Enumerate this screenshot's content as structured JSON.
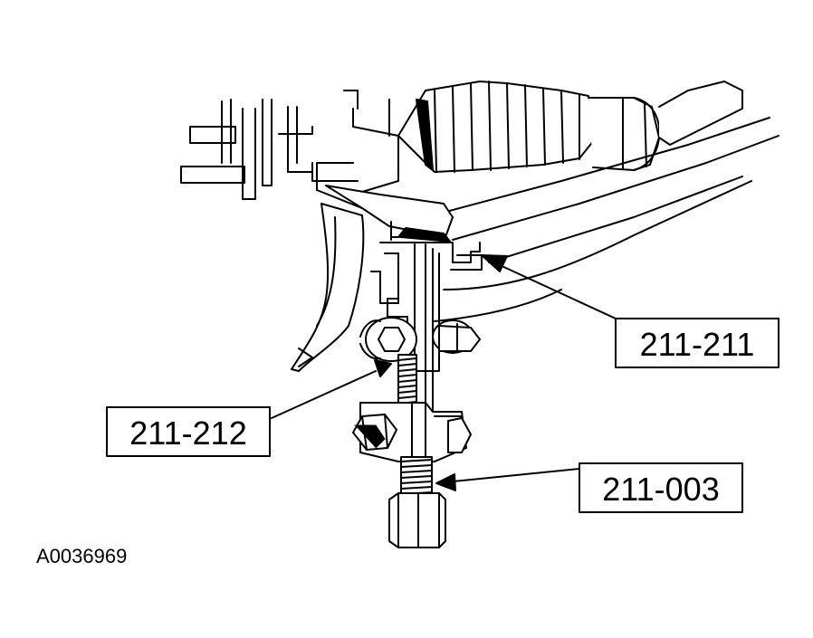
{
  "figure_id": "A0036969",
  "callouts": [
    {
      "id": "c1",
      "label": "211-211"
    },
    {
      "id": "c2",
      "label": "211-212"
    },
    {
      "id": "c3",
      "label": "211-003"
    }
  ],
  "colors": {
    "stroke": "#000000",
    "fill": "#ffffff",
    "shade": "#000000"
  }
}
